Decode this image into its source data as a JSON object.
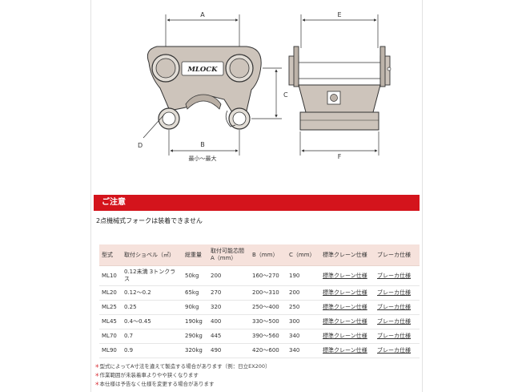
{
  "diagram": {
    "dims": {
      "A": "A",
      "B": "B",
      "C": "C",
      "D": "D",
      "E": "E",
      "F": "F"
    },
    "range_label": "最小～最大",
    "logo_text": "MLOCK"
  },
  "notice": {
    "title": "ご注意",
    "text": "2点機械式フォークは装着できません"
  },
  "table": {
    "headers": [
      "型式",
      "取付ショベル（㎥）",
      "総重量",
      "取付可能芯間 A（mm）",
      "B（mm）",
      "C（mm）",
      "標準クレーン仕様",
      "ブレーカ仕様"
    ],
    "rows": [
      [
        "ML10",
        "0.12未満 3トンクラス",
        "50kg",
        "200",
        "160～270",
        "190",
        "標準クレーン仕様",
        "ブレーカ仕様"
      ],
      [
        "ML20",
        "0.12～0.2",
        "65kg",
        "270",
        "200～310",
        "200",
        "標準クレーン仕様",
        "ブレーカ仕様"
      ],
      [
        "ML25",
        "0.25",
        "90kg",
        "320",
        "250～400",
        "250",
        "標準クレーン仕様",
        "ブレーカ仕様"
      ],
      [
        "ML45",
        "0.4～0.45",
        "190kg",
        "400",
        "330～500",
        "300",
        "標準クレーン仕様",
        "ブレーカ仕様"
      ],
      [
        "ML70",
        "0.7",
        "290kg",
        "445",
        "390～560",
        "340",
        "標準クレーン仕様",
        "ブレーカ仕様"
      ],
      [
        "ML90",
        "0.9",
        "320kg",
        "490",
        "420～600",
        "340",
        "標準クレーン仕様",
        "ブレーカ仕様"
      ]
    ]
  },
  "footnotes": [
    "型式によってA寸法を違えて製造する場合があります（例：日立EX200）",
    "作業範囲が未装着車よりやや狭くなります",
    "本仕様は予告なく仕様を変更する場合があります"
  ],
  "colors": {
    "accent": "#d4141c",
    "header_bg": "#f6e2dc",
    "metal": "#cdc4bb"
  }
}
